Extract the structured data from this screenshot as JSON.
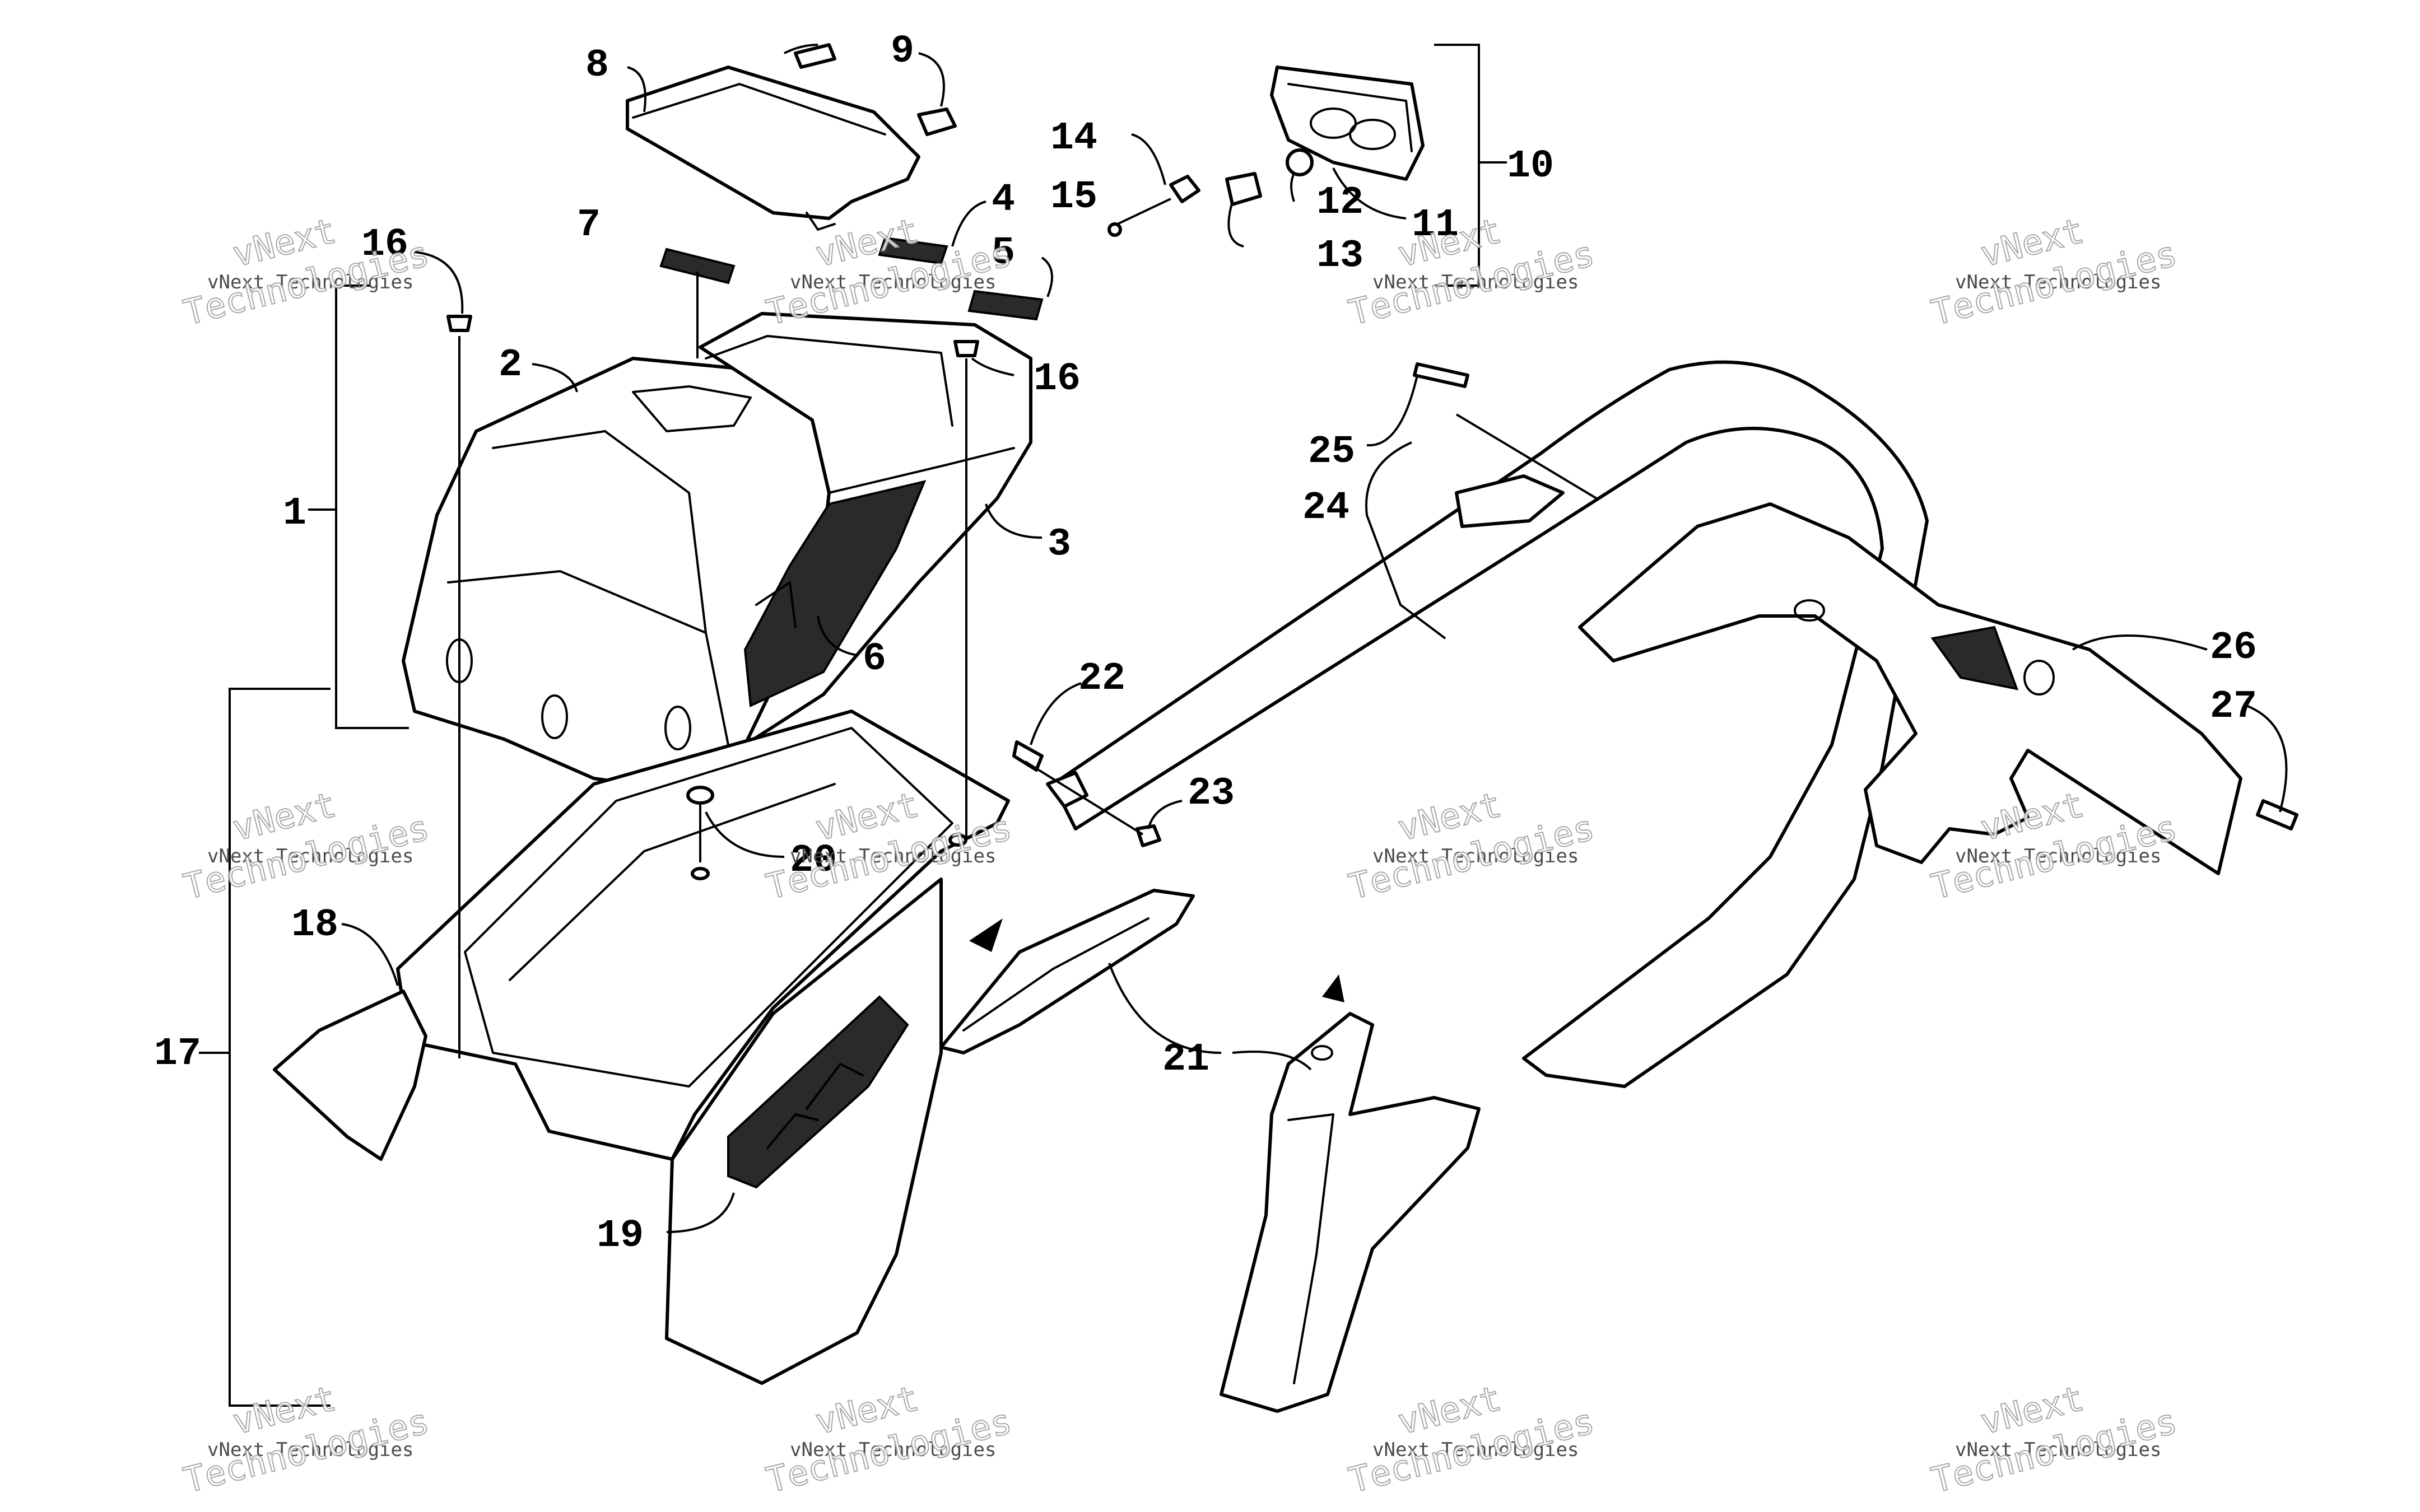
{
  "watermark": {
    "line1": "vNext Technologies",
    "line2a": "vNext",
    "line2b": "Technologies"
  },
  "callouts": [
    "1",
    "2",
    "3",
    "4",
    "5",
    "6",
    "7",
    "8",
    "9",
    "10",
    "11",
    "12",
    "13",
    "14",
    "15",
    "16",
    "16",
    "17",
    "18",
    "19",
    "20",
    "21",
    "22",
    "23",
    "24",
    "25",
    "26",
    "27"
  ]
}
